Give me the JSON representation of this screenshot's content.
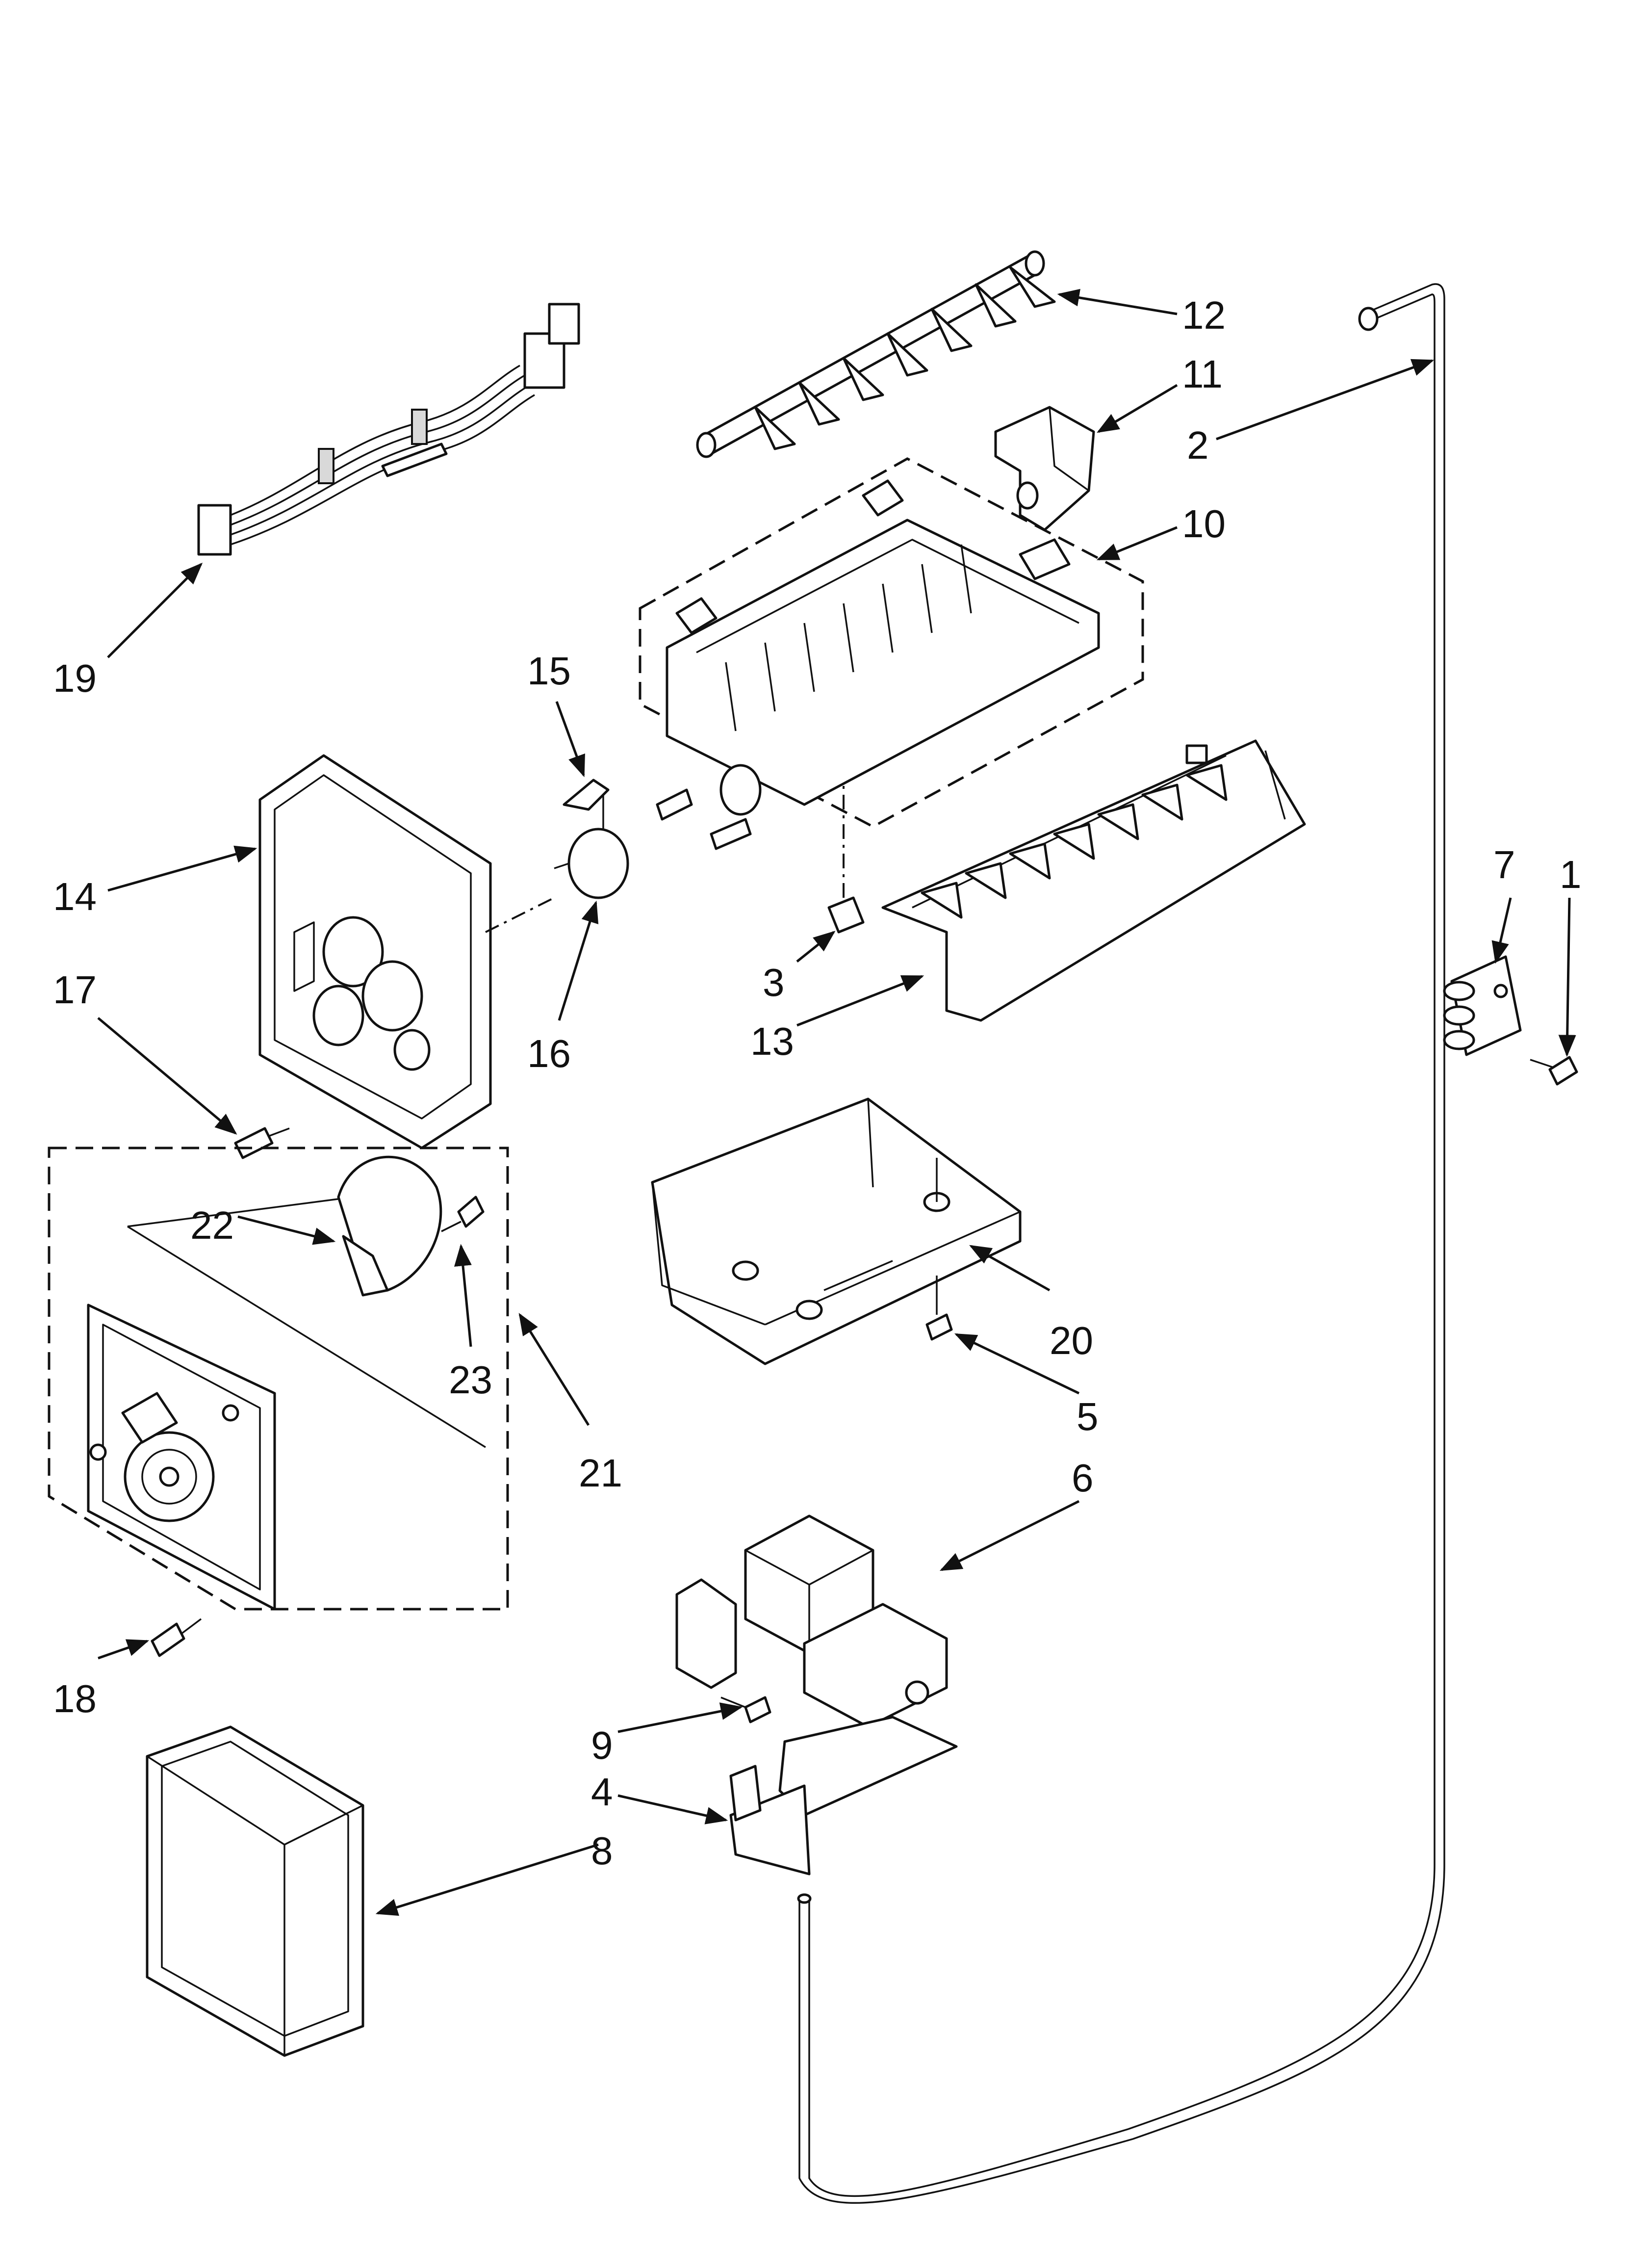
{
  "parts": [
    {
      "id": "p1",
      "label": "1"
    },
    {
      "id": "p2",
      "label": "2"
    },
    {
      "id": "p3",
      "label": "3"
    },
    {
      "id": "p4",
      "label": "4"
    },
    {
      "id": "p5",
      "label": "5"
    },
    {
      "id": "p6",
      "label": "6"
    },
    {
      "id": "p7",
      "label": "7"
    },
    {
      "id": "p8",
      "label": "8"
    },
    {
      "id": "p9",
      "label": "9"
    },
    {
      "id": "p10",
      "label": "10"
    },
    {
      "id": "p11",
      "label": "11"
    },
    {
      "id": "p12",
      "label": "12"
    },
    {
      "id": "p13",
      "label": "13"
    },
    {
      "id": "p14",
      "label": "14"
    },
    {
      "id": "p15",
      "label": "15"
    },
    {
      "id": "p16",
      "label": "16"
    },
    {
      "id": "p17",
      "label": "17"
    },
    {
      "id": "p18",
      "label": "18"
    },
    {
      "id": "p19",
      "label": "19"
    },
    {
      "id": "p20",
      "label": "20"
    },
    {
      "id": "p21",
      "label": "21"
    },
    {
      "id": "p22",
      "label": "22"
    },
    {
      "id": "p23",
      "label": "23"
    }
  ]
}
